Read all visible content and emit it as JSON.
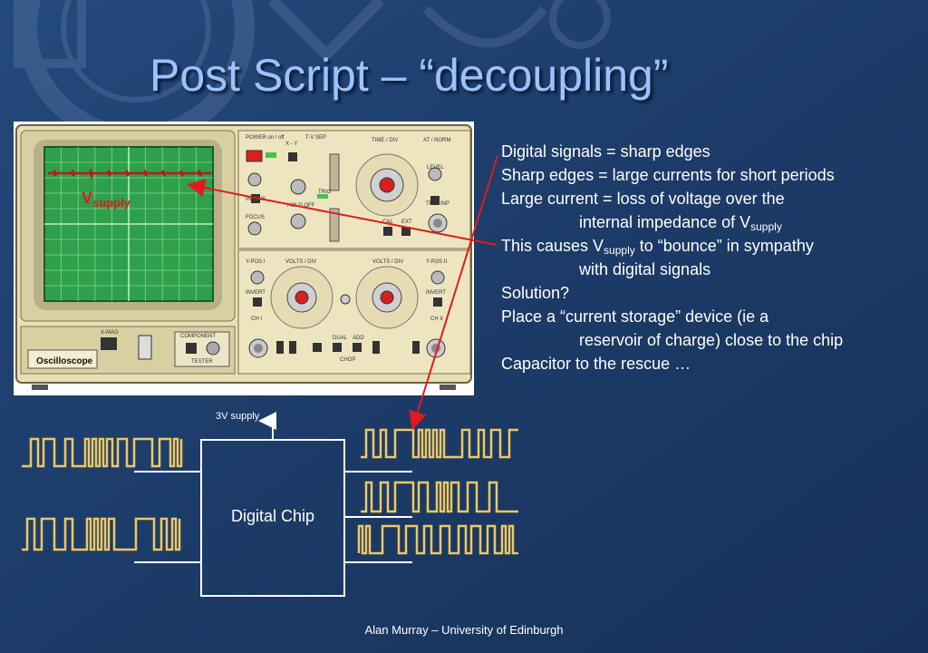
{
  "slide": {
    "title": "Post Script – “decoupling”",
    "footer": "Alan Murray – University of Edinburgh"
  },
  "bullets": {
    "l1": "Digital signals = sharp edges",
    "l2": "Sharp edges = large currents for short periods",
    "l3": "Large current = loss of voltage over the",
    "l4_pre": "internal impedance of V",
    "l4_sub": "supply",
    "l5_pre": "This causes V",
    "l5_sub": "supply",
    "l5_post": " to “bounce” in sympathy",
    "l6": "with digital signals",
    "l7": "Solution?",
    "l8": "Place a “current storage” device (ie  a",
    "l9": "reservoir of charge) close to the chip",
    "l10": "Capacitor to the rescue …"
  },
  "diagram": {
    "supply_label_main": "V",
    "supply_label_sub": "supply",
    "chip_label": "Digital Chip",
    "supply_3v": "3V supply"
  },
  "oscilloscope": {
    "brand": "Oscilloscope",
    "power": "POWER on / off",
    "xy": "X - Y",
    "tv": "T-V SEP",
    "timediv": "TIME / DIV",
    "atnorm": "AT / NORM",
    "ypos1": "Y-POS I",
    "ypos2": "Y-POS II",
    "voltsdiv": "VOLTS / DIV",
    "invert": "INVERT",
    "focus": "FOCUS",
    "intens": "INTENS",
    "level": "LEVEL",
    "triginp": "TRIG INP",
    "cal": "CAL",
    "ext": "EXT",
    "component": "COMPONENT",
    "tester": "TESTER",
    "xmag": "X-MAG",
    "trig": "TRIG",
    "hold": "HOLD OFF",
    "ch1": "CH I",
    "ch2": "CH II",
    "dual": "DUAL",
    "add": "ADD",
    "chop": "CHOP"
  },
  "colors": {
    "background": "#1b3a66",
    "title": "#9cc2ff",
    "arrow": "#e01b1b",
    "signal": "#f0c860",
    "wire": "#ffffff"
  }
}
